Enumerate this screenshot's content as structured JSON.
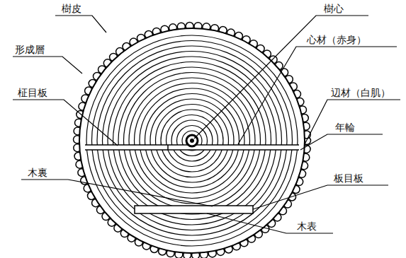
{
  "diagram": {
    "labels": [
      "樹皮",
      "樹心",
      "形成層",
      "心材（赤身）",
      "柾目板",
      "辺材（白肌）",
      "年輪",
      "木裏",
      "板目板",
      "木表"
    ]
  }
}
